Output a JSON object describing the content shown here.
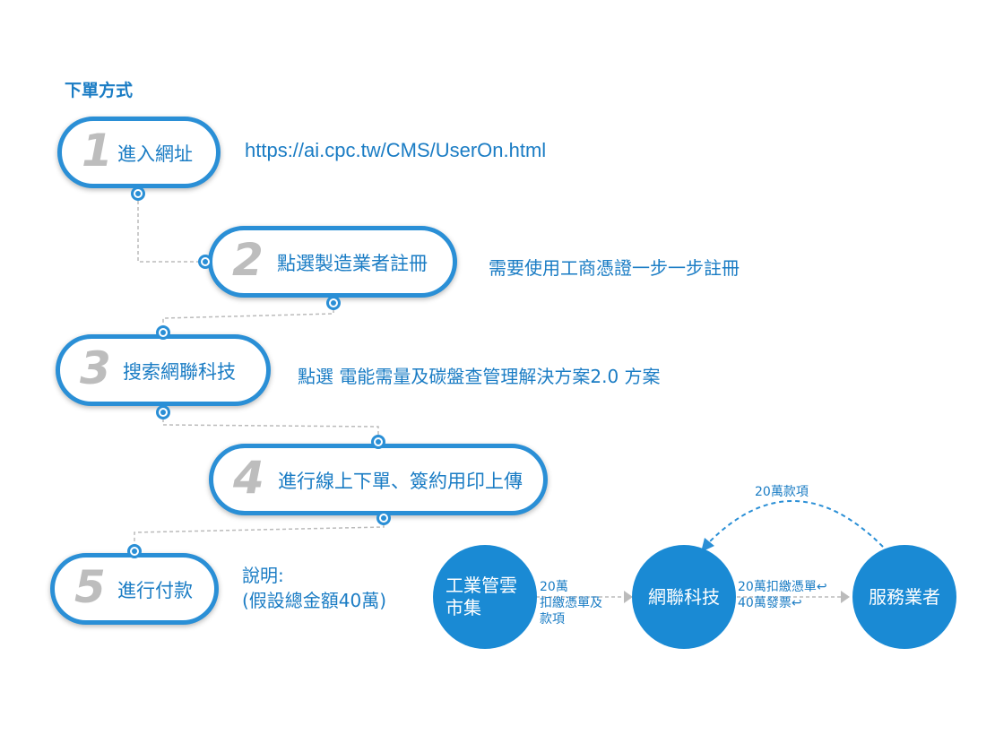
{
  "title": "下單方式",
  "steps": [
    {
      "number": "1",
      "label": "進入網址",
      "note": "https://ai.cpc.tw/CMS/UserOn.html"
    },
    {
      "number": "2",
      "label": "點選製造業者註冊",
      "note": "需要使用工商憑證一步一步註冊"
    },
    {
      "number": "3",
      "label": "搜索網聯科技",
      "note": "點選 電能需量及碳盤查管理解決方案2.0 方案"
    },
    {
      "number": "4",
      "label": "進行線上下單、簽約用印上傳",
      "note": ""
    },
    {
      "number": "5",
      "label": "進行付款",
      "note_line1": "說明:",
      "note_line2": "(假設總金額40萬)"
    }
  ],
  "flow": {
    "nodes": [
      "工業管雲市集",
      "網聯科技",
      "服務業者"
    ],
    "edge1_lines": [
      "20萬",
      "扣繳憑單及",
      "款項"
    ],
    "edge2_lines": [
      "20萬扣繳憑單↩",
      "40萬發票↩"
    ],
    "return_label": "20萬款項"
  },
  "colors": {
    "accent": "#2a8fd6",
    "node": "#1a8ad4",
    "text": "#1a7cc4",
    "number": "#bdbdbd"
  }
}
